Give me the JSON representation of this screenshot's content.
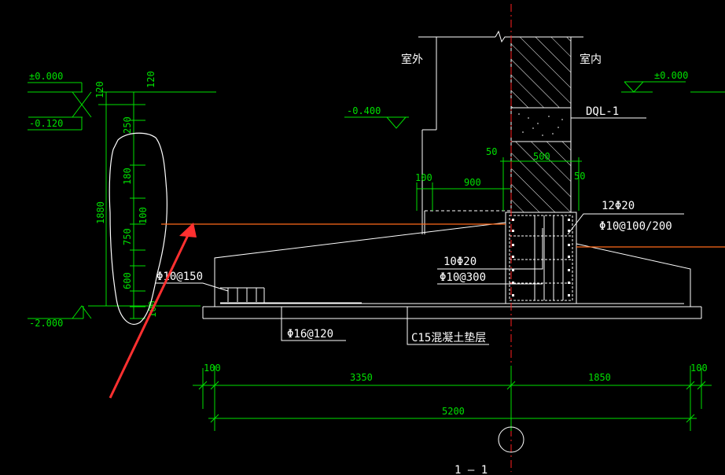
{
  "colors": {
    "background": "#000000",
    "dimension": "#00e000",
    "drawing": "#ffffff",
    "centerline": "#ff2020",
    "highlight": "#ff6a1a",
    "arrow": "#ff3030"
  },
  "levels": {
    "left_top": "±0.000",
    "left_mid": "-0.120",
    "left_bottom": "-2.000",
    "mid_outside": "-0.400",
    "right_top": "±0.000"
  },
  "labels": {
    "outside": "室外",
    "inside": "室内",
    "wall_beam": "DQL-1",
    "col_rebar_main": "12Φ20",
    "col_rebar_stirrup": "Φ10@100/200",
    "beam_rebar_main": "10Φ20",
    "beam_rebar_stirrup": "Φ10@300",
    "top_bar": "Φ10@150",
    "bottom_bar": "Φ16@120",
    "cushion": "C15混凝土垫层",
    "section": "1 — 1"
  },
  "dims": {
    "v_120_top": "120",
    "v_120": "120",
    "v_250": "250",
    "v_180": "180",
    "v_100": "100",
    "v_750": "750",
    "v_600": "600",
    "v_total": "1880",
    "v_100_bottom": "100",
    "d_50_a": "50",
    "d_500": "500",
    "d_50_b": "50",
    "d_100_mid": "100",
    "d_900": "900",
    "b_100_left": "100",
    "b_3350": "3350",
    "b_1850": "1850",
    "b_100_right": "100",
    "b_5200": "5200"
  }
}
